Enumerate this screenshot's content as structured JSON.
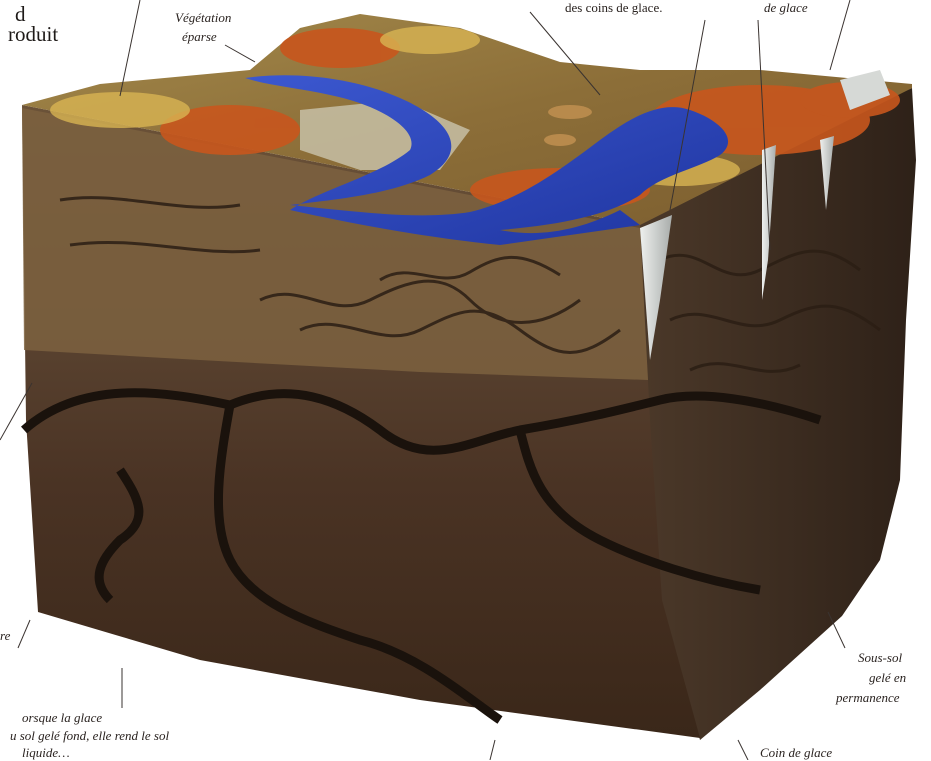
{
  "page": {
    "background": "#ffffff"
  },
  "labels": {
    "top_left_line1": "d",
    "top_left_line2": "roduit",
    "vegetation_line1": "Végétation",
    "vegetation_line2": "éparse",
    "top_center_partial": "des coins de glace.",
    "ice_wedge_top": "de glace",
    "permafrost_line1": "Sous-sol",
    "permafrost_line2": "gelé en",
    "permafrost_line3": "permanence",
    "bottom_left_cut": "re",
    "bottom_caption_line1": "orsque la glace",
    "bottom_caption_line2": "u sol gelé fond, elle rend le sol",
    "bottom_caption_line3": "liquide…",
    "bottom_right_partial": "Coin de glace"
  },
  "colors": {
    "lake": "#2b46b6",
    "vegetation_orange": "#c8561d",
    "vegetation_yellow": "#b89a3a",
    "soil_dark": "#3b2a20",
    "soil_mid": "#6e5038",
    "ice": "#c9ccc8"
  }
}
